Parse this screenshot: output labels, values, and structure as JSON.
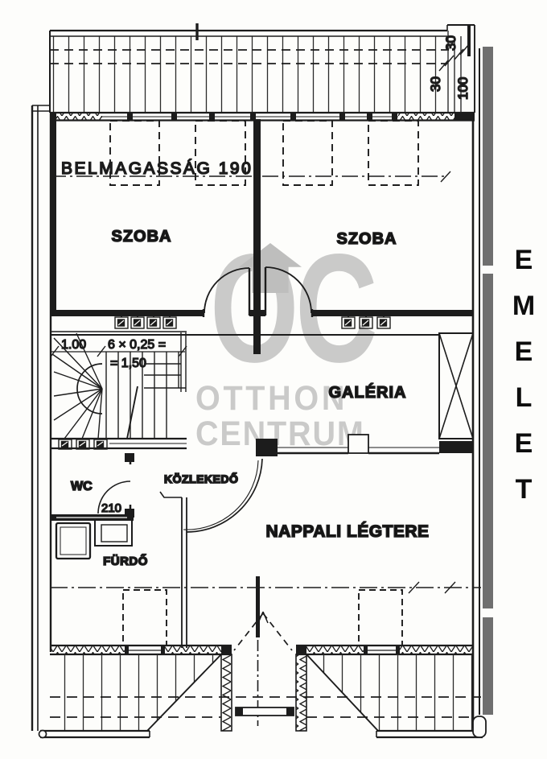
{
  "labels": {
    "floor": "EMELET",
    "szoba_left": "SZOBA",
    "szoba_right": "SZOBA",
    "galeria": "GALÉRIA",
    "kozlekedo": "KÖZLEKEDŐ",
    "wc": "WC",
    "furdo": "FÜRDŐ",
    "nappali": "NAPPALI LÉGTERE"
  },
  "dimensions": {
    "ceiling_height": "BELMAGASSÁG 190",
    "stair_run_width": "1.00",
    "stair_steps": "6 × 0,25 =",
    "stair_steps_total": "= 1,50",
    "wc_door": "210",
    "dim_top_parapet": "30",
    "dim_top_window": "100",
    "dim_top_lintel": "30"
  },
  "watermark": {
    "monogram": "OC",
    "name_line1": "OTTHON",
    "name_line2": "CENTRUM"
  },
  "colors": {
    "ink": "#1c1c1c",
    "outer_wall_gray": "#6f6f6f",
    "watermark_gray": "#b9b9b9",
    "paper": "#fdfdfb"
  }
}
